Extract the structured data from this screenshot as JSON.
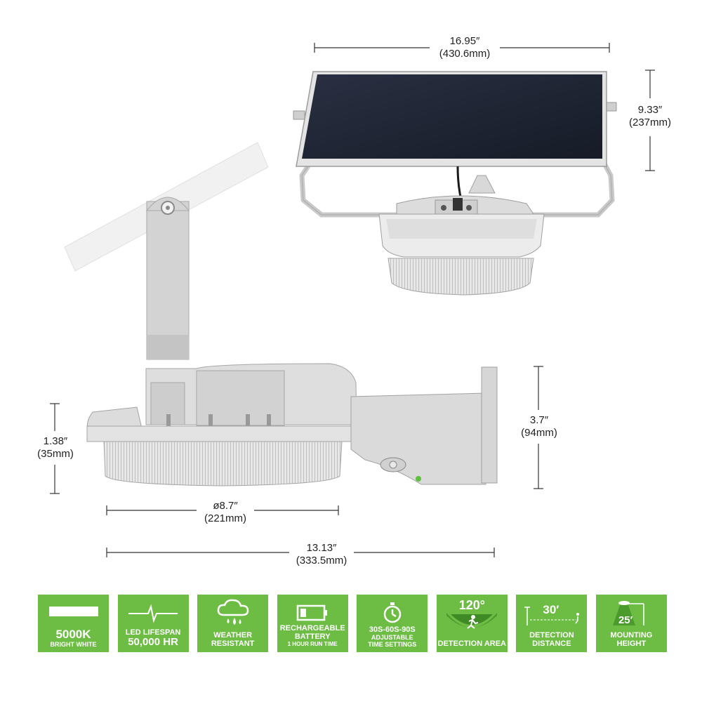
{
  "dimensions": {
    "panel_width": {
      "inches": "16.95″",
      "mm": "(430.6mm)"
    },
    "panel_height": {
      "inches": "9.33″",
      "mm": "(237mm)"
    },
    "lens_height": {
      "inches": "1.38″",
      "mm": "(35mm)"
    },
    "body_height": {
      "inches": "3.7″",
      "mm": "(94mm)"
    },
    "diameter": {
      "inches": "ø8.7″",
      "mm": "(221mm)"
    },
    "total_length": {
      "inches": "13.13″",
      "mm": "(333.5mm)"
    }
  },
  "badges": [
    {
      "icon": "color-temperature-bar-icon",
      "line1": "5000K",
      "line2": "BRIGHT WHITE"
    },
    {
      "icon": "led-pulse-icon",
      "line1": "LED LIFESPAN",
      "line2": "50,000 hr"
    },
    {
      "icon": "rain-cloud-icon",
      "line1": "WEATHER",
      "line2": "RESISTANT"
    },
    {
      "icon": "battery-icon",
      "line1": "RECHARGEABLE",
      "line2": "BATTERY",
      "line3": "1 HOUR RUN TIME"
    },
    {
      "icon": "stopwatch-icon",
      "line1": "30S-60S-90S",
      "line2": "ADJUSTABLE",
      "line3": "TIME SETTINGS"
    },
    {
      "icon": "running-person-icon",
      "top": "120°",
      "line1": "DETECTION AREA"
    },
    {
      "icon": "detection-distance-icon",
      "top": "30′",
      "line1": "DETECTION",
      "line2": "DISTANCE"
    },
    {
      "icon": "mounting-height-icon",
      "top": "25′",
      "line1": "MOUNTING",
      "line2": "HEIGHT"
    }
  ],
  "colors": {
    "badge_green": "#6dbd45",
    "panel_dark": "#1e2433",
    "housing_gray": "#d9dadb"
  }
}
